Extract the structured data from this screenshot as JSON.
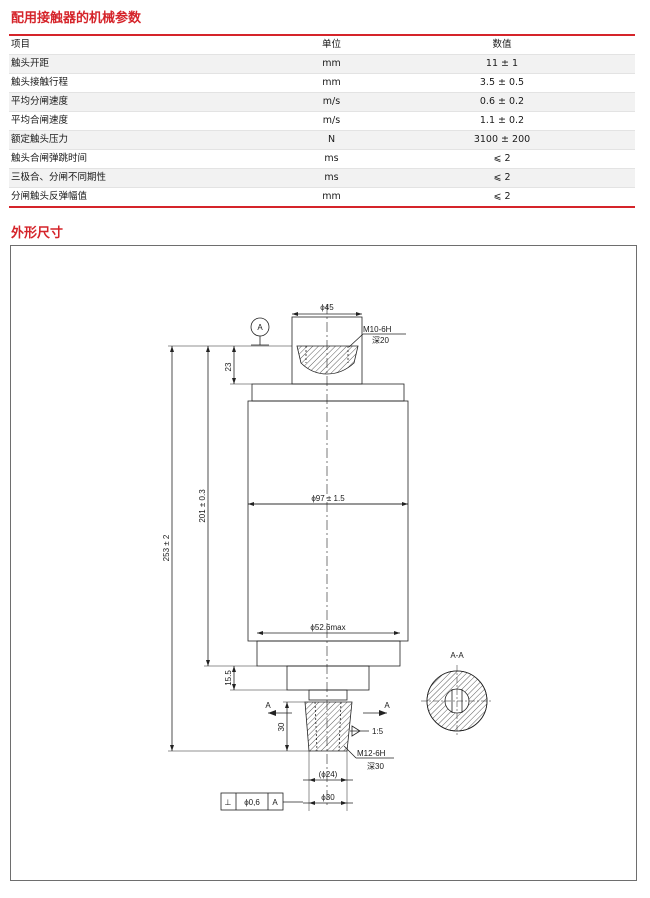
{
  "section_titles": {
    "mechanical_params": "配用接触器的机械参数",
    "dimensions": "外形尺寸"
  },
  "table": {
    "headers": [
      "项目",
      "单位",
      "数值"
    ],
    "rows": [
      [
        "触头开距",
        "mm",
        "11 ± 1"
      ],
      [
        "触头接触行程",
        "mm",
        "3.5 ± 0.5"
      ],
      [
        "平均分闸速度",
        "m/s",
        "0.6 ± 0.2"
      ],
      [
        "平均合闸速度",
        "m/s",
        "1.1 ± 0.2"
      ],
      [
        "额定触头压力",
        "N",
        "3100 ± 200"
      ],
      [
        "触头合闸弹跳时间",
        "ms",
        "⩽ 2"
      ],
      [
        "三极合、分闸不同期性",
        "ms",
        "⩽ 2"
      ],
      [
        "分闸触头反弹幅值",
        "mm",
        "⩽ 2"
      ]
    ]
  },
  "drawing": {
    "datum_a": "A",
    "top_diameter": "ϕ45",
    "top_thread": "M10-6H",
    "top_depth": "深20",
    "top_height": "23",
    "body_height": "201 ± 0.3",
    "overall_height": "253 ± 2",
    "body_diameter": "ϕ97 ± 1.5",
    "neck_diameter": "ϕ52.6max",
    "flange_height": "15.5",
    "section_mark_left": "A",
    "section_mark_right": "A",
    "bottom_height": "30",
    "taper": "1:5",
    "bottom_thread": "M12-6H",
    "bottom_depth": "深30",
    "ref_diameter": "(ϕ24)",
    "bottom_diameter": "ϕ30",
    "section_label": "A-A",
    "tolerance_symbol": "⊥",
    "tolerance_value": "ϕ0,6",
    "tolerance_datum": "A"
  }
}
